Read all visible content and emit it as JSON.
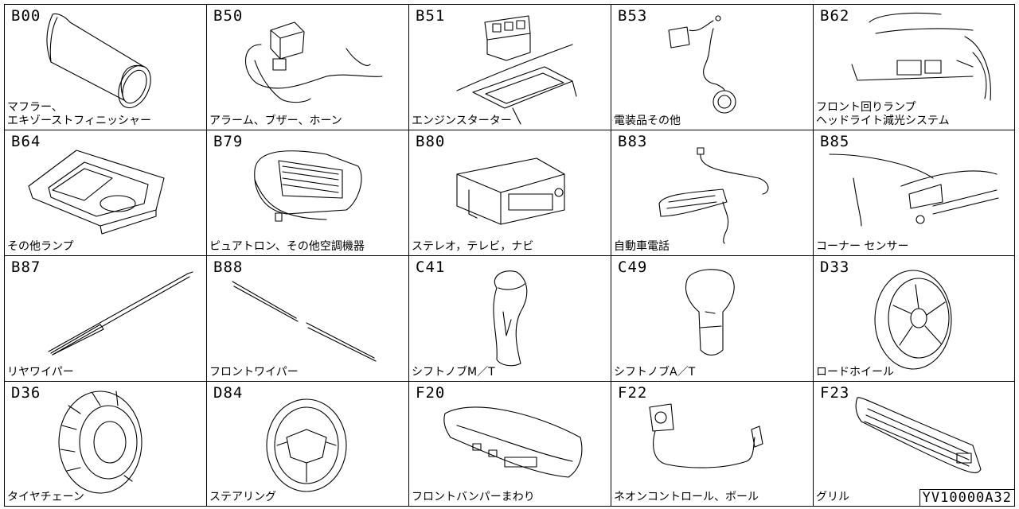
{
  "catalog": {
    "reference_code": "YV10000A32",
    "items": [
      {
        "code": "B00",
        "label": "マフラー、\nエキゾーストフィニッシャー",
        "icon": "muffler-icon"
      },
      {
        "code": "B50",
        "label": "アラーム、ブザー、ホーン",
        "icon": "alarm-horn-icon"
      },
      {
        "code": "B51",
        "label": "エンジンスターター",
        "icon": "engine-starter-icon"
      },
      {
        "code": "B53",
        "label": "電装品その他",
        "icon": "electrical-parts-icon"
      },
      {
        "code": "B62",
        "label": "フロント回りランプ\nヘッドライト減光システム",
        "icon": "front-lamp-icon"
      },
      {
        "code": "B64",
        "label": "その他ランプ",
        "icon": "room-lamp-icon"
      },
      {
        "code": "B79",
        "label": "ピュアトロン、その他空調機器",
        "icon": "air-purifier-icon"
      },
      {
        "code": "B80",
        "label": "ステレオ，テレビ，ナビ",
        "icon": "stereo-icon"
      },
      {
        "code": "B83",
        "label": "自動車電話",
        "icon": "car-phone-icon"
      },
      {
        "code": "B85",
        "label": "コーナー センサー",
        "icon": "corner-sensor-icon"
      },
      {
        "code": "B87",
        "label": "リヤワイパー",
        "icon": "rear-wiper-icon"
      },
      {
        "code": "B88",
        "label": "フロントワイパー",
        "icon": "front-wiper-icon"
      },
      {
        "code": "C41",
        "label": "シフトノブM／T",
        "icon": "shift-knob-mt-icon"
      },
      {
        "code": "C49",
        "label": "シフトノブA／T",
        "icon": "shift-knob-at-icon"
      },
      {
        "code": "D33",
        "label": "ロードホイール",
        "icon": "road-wheel-icon"
      },
      {
        "code": "D36",
        "label": "タイヤチェーン",
        "icon": "tire-chain-icon"
      },
      {
        "code": "D84",
        "label": "ステアリング",
        "icon": "steering-wheel-icon"
      },
      {
        "code": "F20",
        "label": "フロントバンパーまわり",
        "icon": "front-bumper-icon"
      },
      {
        "code": "F22",
        "label": "ネオンコントロール、ボール",
        "icon": "neon-control-icon"
      },
      {
        "code": "F23",
        "label": "グリル",
        "icon": "grille-icon"
      }
    ]
  }
}
